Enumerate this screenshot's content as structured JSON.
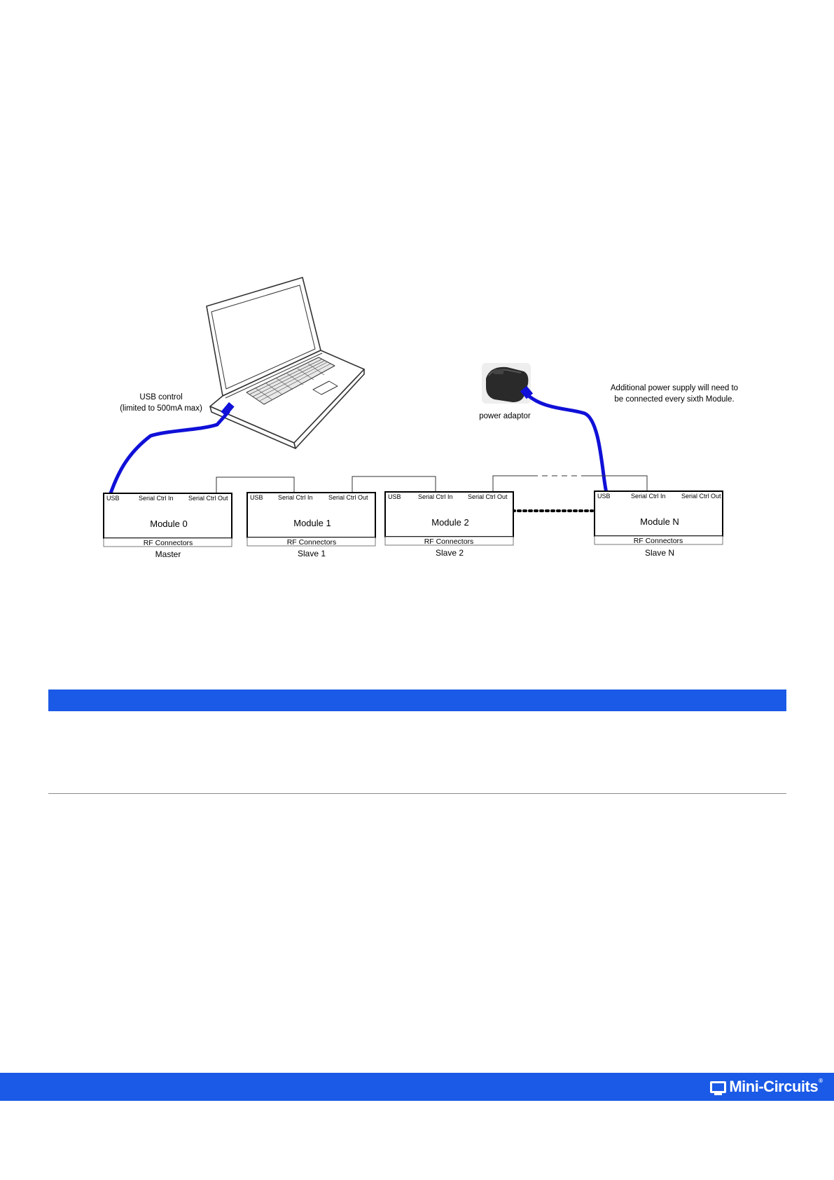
{
  "diagram": {
    "usb_control_line1": "USB control",
    "usb_control_line2": "(limited to 500mA max)",
    "power_adaptor_label": "power adaptor",
    "power_note_line1": "Additional power supply will need to",
    "power_note_line2": "be connected every sixth Module.",
    "modules": [
      {
        "usb": "USB",
        "serial_in": "Serial Ctrl In",
        "serial_out": "Serial Ctrl Out",
        "name": "Module 0",
        "rf": "RF Connectors",
        "role": "Master"
      },
      {
        "usb": "USB",
        "serial_in": "Serial Ctrl In",
        "serial_out": "Serial Ctrl Out",
        "name": "Module 1",
        "rf": "RF Connectors",
        "role": "Slave 1"
      },
      {
        "usb": "USB",
        "serial_in": "Serial Ctrl In",
        "serial_out": "Serial Ctrl Out",
        "name": "Module 2",
        "rf": "RF Connectors",
        "role": "Slave 2"
      },
      {
        "usb": "USB",
        "serial_in": "Serial Ctrl In",
        "serial_out": "Serial Ctrl Out",
        "name": "Module N",
        "rf": "RF Connectors",
        "role": "Slave N"
      }
    ],
    "cable_color": "#1010d8"
  },
  "footer": {
    "brand": "Mini-Circuits",
    "trademark": "®",
    "color": "#1b5ae6"
  }
}
